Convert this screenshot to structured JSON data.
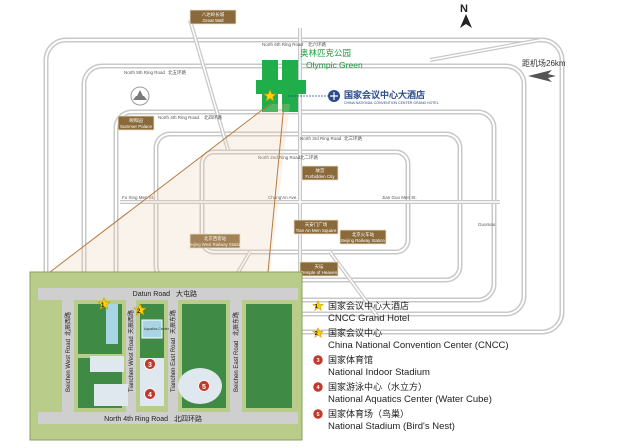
{
  "colors": {
    "road": "#c8c8c8",
    "road_light": "#e2e2e2",
    "olympic_green": "#1fae4a",
    "inset_bg": "#b9cc8a",
    "inset_green": "#3f8a45",
    "water": "#a8d4e4",
    "label_bg": "#8a6a3a",
    "label_border": "#f0e4c8",
    "marker_red": "#c0392b",
    "star": "#ffd400",
    "star_border": "#c89600",
    "route_line": "#b87a3e",
    "hotel_blue": "#2a4a8c"
  },
  "icons": {
    "north_arrow": "north-arrow-icon",
    "airplane": "airplane-icon",
    "pagoda": "pagoda-icon",
    "star": "star-icon"
  },
  "map": {
    "north": "N",
    "airport": "距机场26km",
    "olympic_green_zh": "奥林匹克公园",
    "olympic_green_en": "Olympic Green",
    "hotel_zh": "国家会议中心大酒店",
    "hotel_en": "CHINA NATIONAL CONVENTION CENTER GRAND HOTEL",
    "great_wall_zh": "八达岭长城",
    "great_wall_en": "Great Wall",
    "summer_palace_zh": "颐和园",
    "summer_palace_en": "Summer Palace",
    "forbidden_city_zh": "故宫",
    "forbidden_city_en": "Forbidden City",
    "tiananmen_zh": "天安门广场",
    "tiananmen_en": "Tian An Men Square",
    "west_station_zh": "北京西客站",
    "west_station_en": "Beijing West Railway Station",
    "railway_station_zh": "北京火车站",
    "railway_station_en": "Beijing Railway Station",
    "temple_zh": "天坛",
    "temple_en": "Temple of Heaven",
    "ring6_en": "North 6th Ring Road",
    "ring6_zh": "北六环路",
    "ring5_en": "North 5th Ring Road",
    "ring5_zh": "北五环路",
    "ring4_en": "North 4th Ring Road",
    "ring4_zh": "北四环路",
    "ring3_en": "North 3rd Ring Road",
    "ring3_zh": "北三环路",
    "ring2_en": "North 2nd Ring Road",
    "ring2_zh": "北二环路",
    "fuxingmen": "Fu Xing Men St.",
    "changan": "Chang'An Ave.",
    "jianguomen": "Jian Guo Men St.",
    "guomao": "Guomao"
  },
  "inset": {
    "datun_en": "Datun Road",
    "datun_zh": "大屯路",
    "ring4_en": "North 4th Ring Road",
    "ring4_zh": "北四环路",
    "beichen_west_en": "Beichen West Road",
    "beichen_west_zh": "北辰西路",
    "tianchen_west_en": "Tianchen West Road",
    "tianchen_west_zh": "天辰西路",
    "tianchen_east_en": "Tianchen East Road",
    "tianchen_east_zh": "天辰东路",
    "beichen_east_en": "Beichen East Road",
    "beichen_east_zh": "北辰东路",
    "markers": [
      "1",
      "2",
      "3",
      "4",
      "5"
    ],
    "aquatics_label": "Aquatics Center"
  },
  "legend": [
    {
      "marker": "star",
      "num": "1",
      "zh": "国家会议中心大酒店",
      "en": "CNCC Grand Hotel"
    },
    {
      "marker": "star",
      "num": "2",
      "zh": "国家会议中心",
      "en": "China National Convention Center (CNCC)"
    },
    {
      "marker": "circle",
      "num": "3",
      "zh": "国家体育馆",
      "en": "National Indoor Stadium"
    },
    {
      "marker": "circle",
      "num": "4",
      "zh": "国家游泳中心（水立方）",
      "en": "National Aquatics Center (Water Cube)"
    },
    {
      "marker": "circle",
      "num": "5",
      "zh": "国家体育场（鸟巢）",
      "en": "National Stadium (Bird's Nest)"
    }
  ]
}
